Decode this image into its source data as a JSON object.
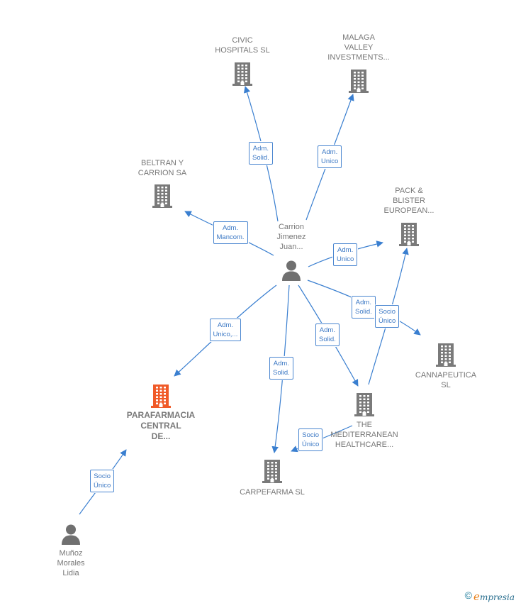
{
  "colors": {
    "edge": "#3a7fd0",
    "company": "#7a7a7a",
    "company_highlight": "#f05a28",
    "person": "#707070"
  },
  "nodes": [
    {
      "id": "civic",
      "type": "company-icon",
      "label": "CIVIC\nHOSPITALS  SL"
    },
    {
      "id": "malaga",
      "type": "company-icon",
      "label": "MALAGA\nVALLEY\nINVESTMENTS..."
    },
    {
      "id": "beltran",
      "type": "company-icon",
      "label": "BELTRAN Y\nCARRION SA"
    },
    {
      "id": "pack",
      "type": "company-icon",
      "label": "PACK &\nBLISTER\nEUROPEAN..."
    },
    {
      "id": "carrion",
      "type": "person-icon",
      "label": "Carrion\nJimenez\nJuan..."
    },
    {
      "id": "cannapeutica",
      "type": "company-icon",
      "label": "CANNAPEUTICA\nSL"
    },
    {
      "id": "parafarmacia",
      "type": "company-icon",
      "label": "PARAFARMACIA\nCENTRAL\nDE...",
      "highlight": true
    },
    {
      "id": "mediterranean",
      "type": "company-icon",
      "label": "THE\nMEDITERRANEAN\nHEALTHCARE..."
    },
    {
      "id": "carpefarma",
      "type": "company-icon",
      "label": "CARPEFARMA SL"
    },
    {
      "id": "munoz",
      "type": "person-icon",
      "label": "Muñoz\nMorales\nLidia"
    }
  ],
  "edges": [
    {
      "from": "carrion",
      "to": "civic",
      "label": "Adm.\nSolid."
    },
    {
      "from": "carrion",
      "to": "malaga",
      "label": "Adm.\nUnico"
    },
    {
      "from": "carrion",
      "to": "beltran",
      "label": "Adm.\nMancom."
    },
    {
      "from": "carrion",
      "to": "pack",
      "label": "Adm.\nUnico"
    },
    {
      "from": "carrion",
      "to": "cannapeutica",
      "label": "Adm.\nSolid."
    },
    {
      "from": "carrion",
      "to": "parafarmacia",
      "label": "Adm.\nUnico,..."
    },
    {
      "from": "carrion",
      "to": "carpefarma",
      "label": "Adm.\nSolid."
    },
    {
      "from": "carrion",
      "to": "mediterranean",
      "label": "Adm.\nSolid."
    },
    {
      "from": "mediterranean",
      "to": "pack",
      "label": "Socio\nÚnico"
    },
    {
      "from": "mediterranean",
      "to": "carpefarma",
      "label": "Socio\nÚnico"
    },
    {
      "from": "munoz",
      "to": "parafarmacia",
      "label": "Socio\nÚnico"
    }
  ],
  "footer": {
    "copyright_symbol": "©",
    "brand_initial": "e",
    "brand_rest": "mpresia"
  }
}
